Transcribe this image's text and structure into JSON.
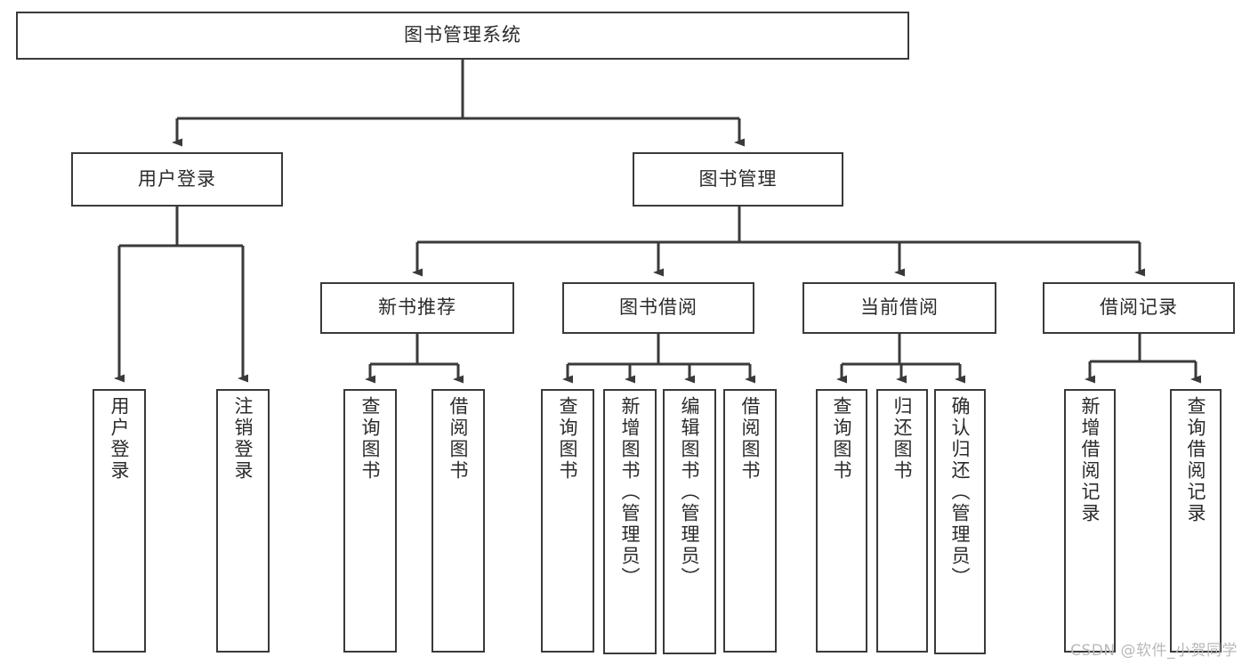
{
  "diagram": {
    "type": "tree-hierarchy",
    "title": "图书管理系统",
    "watermark": "CSDN @软件_小贺同学",
    "stroke_color": "#3a3a3a",
    "text_color": "#2b2b2b",
    "background": "#ffffff",
    "nodes": {
      "root": {
        "label": "图书管理系统"
      },
      "tier2": [
        {
          "id": "user-login",
          "label": "用户登录"
        },
        {
          "id": "book-manage",
          "label": "图书管理"
        }
      ],
      "tier3": [
        {
          "id": "new-book-rec",
          "label": "新书推荐"
        },
        {
          "id": "book-borrow",
          "label": "图书借阅"
        },
        {
          "id": "current-borrow",
          "label": "当前借阅"
        },
        {
          "id": "borrow-record",
          "label": "借阅记录"
        }
      ],
      "leaves": [
        {
          "id": "leaf-user-login",
          "label": "用户登录",
          "parent": "user-login"
        },
        {
          "id": "leaf-logout",
          "label": "注销登录",
          "parent": "user-login"
        },
        {
          "id": "leaf-query-book-1",
          "label": "查询图书",
          "parent": "new-book-rec"
        },
        {
          "id": "leaf-borrow-book-1",
          "label": "借阅图书",
          "parent": "new-book-rec"
        },
        {
          "id": "leaf-query-book-2",
          "label": "查询图书",
          "parent": "book-borrow"
        },
        {
          "id": "leaf-add-book",
          "label": "新增图书（管理员）",
          "parent": "book-borrow"
        },
        {
          "id": "leaf-edit-book",
          "label": "编辑图书（管理员）",
          "parent": "book-borrow"
        },
        {
          "id": "leaf-borrow-book-2",
          "label": "借阅图书",
          "parent": "book-borrow"
        },
        {
          "id": "leaf-query-book-3",
          "label": "查询图书",
          "parent": "current-borrow"
        },
        {
          "id": "leaf-return-book",
          "label": "归还图书",
          "parent": "current-borrow"
        },
        {
          "id": "leaf-confirm-return",
          "label": "确认归还（管理员）",
          "parent": "current-borrow"
        },
        {
          "id": "leaf-add-record",
          "label": "新增借阅记录",
          "parent": "borrow-record"
        },
        {
          "id": "leaf-query-record",
          "label": "查询借阅记录",
          "parent": "borrow-record"
        }
      ]
    }
  }
}
